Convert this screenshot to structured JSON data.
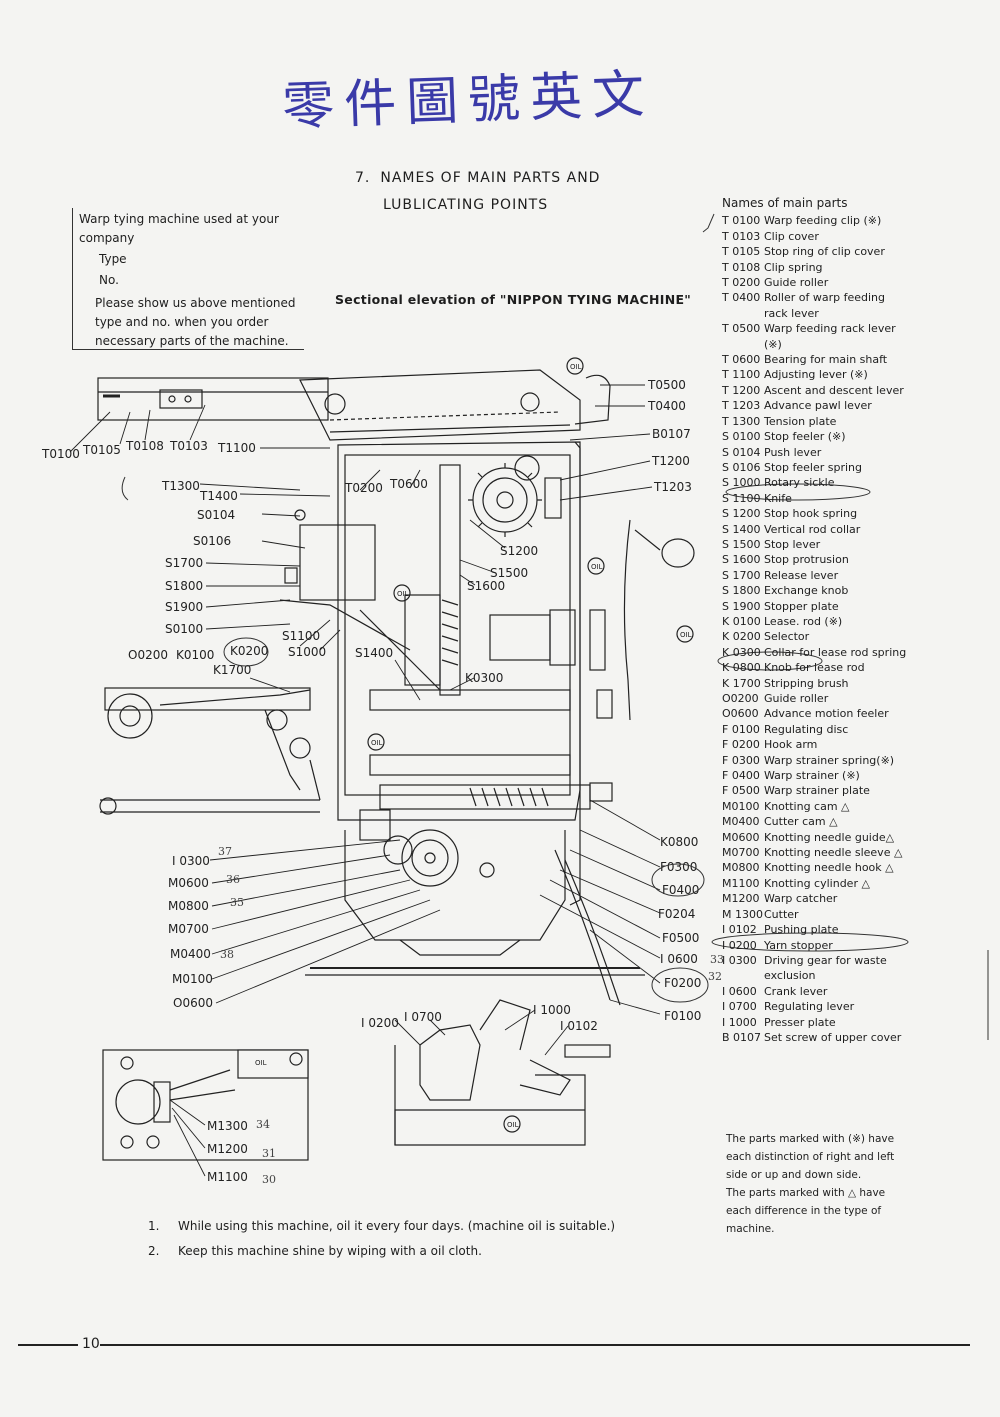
{
  "handwritten_note": "零件圖號英文",
  "section": {
    "number": "7.",
    "title_line1": "NAMES OF MAIN PARTS AND",
    "title_line2": "LUBLICATING POINTS"
  },
  "info_box": {
    "header": "Warp tying machine used at your company",
    "type_label": "Type",
    "no_label": "No.",
    "note": "Please show us above mentioned type and no. when you order necessary parts of the machine."
  },
  "diagram_title": "Sectional elevation of \"NIPPON TYING MACHINE\"",
  "oil_label": "OIL",
  "callouts": {
    "T0100": "T0100",
    "T0105": "T0105",
    "T0108": "T0108",
    "T0103": "T0103",
    "T1100": "T1100",
    "T1300": "T1300",
    "T1400": "T1400",
    "S0104": "S0104",
    "S0106": "S0106",
    "S1700": "S1700",
    "S1800": "S1800",
    "S1900": "S1900",
    "S0100": "S0100",
    "O0200": "O0200",
    "K0100": "K0100",
    "K0200": "K0200",
    "K1700": "K1700",
    "S1100": "S1100",
    "S1000": "S1000",
    "S1400": "S1400",
    "T0200": "T0200",
    "T0600": "T0600",
    "S1200": "S1200",
    "S1500": "S1500",
    "S1600": "S1600",
    "K0300": "K0300",
    "T0500": "T0500",
    "T0400": "T0400",
    "B0107": "B0107",
    "T1200": "T1200",
    "T1203": "T1203",
    "K0800": "K0800",
    "F0300": "F0300",
    "F0400": "F0400",
    "F0204": "F0204",
    "F0500": "F0500",
    "I0600": "I 0600",
    "F0200": "F0200",
    "F0100": "F0100",
    "I0300": "I 0300",
    "M0600": "M0600",
    "M0800": "M0800",
    "M0700": "M0700",
    "M0400": "M0400",
    "M0100": "M0100",
    "O0600": "O0600",
    "I0200": "I 0200",
    "I0700": "I 0700",
    "I1000": "I 1000",
    "I0102": "I 0102",
    "M1300": "M1300",
    "M1200": "M1200",
    "M1100": "M1100"
  },
  "handwritten_numbers": {
    "n37": "37",
    "n36": "36",
    "n35": "35",
    "n38": "38",
    "n34": "34",
    "n31": "31",
    "n30": "30",
    "n33": "33",
    "n32": "32"
  },
  "parts_list": {
    "header": "Names of main parts",
    "items": [
      {
        "code": "T 0100",
        "name": "Warp feeding clip (※)"
      },
      {
        "code": "T 0103",
        "name": "Clip cover"
      },
      {
        "code": "T 0105",
        "name": "Stop ring of clip cover"
      },
      {
        "code": "T 0108",
        "name": "Clip spring"
      },
      {
        "code": "T 0200",
        "name": "Guide roller"
      },
      {
        "code": "T 0400",
        "name": "Roller of warp feeding rack lever"
      },
      {
        "code": "T 0500",
        "name": "Warp feeding rack lever (※)"
      },
      {
        "code": "T 0600",
        "name": "Bearing for main shaft"
      },
      {
        "code": "T 1100",
        "name": "Adjusting lever (※)"
      },
      {
        "code": "T 1200",
        "name": "Ascent and descent lever"
      },
      {
        "code": "T 1203",
        "name": "Advance pawl lever"
      },
      {
        "code": "T 1300",
        "name": "Tension plate"
      },
      {
        "code": "S 0100",
        "name": "Stop feeler (※)"
      },
      {
        "code": "S 0104",
        "name": "Push lever"
      },
      {
        "code": "S 0106",
        "name": "Stop feeler spring"
      },
      {
        "code": "S 1000",
        "name": "Rotary sickle"
      },
      {
        "code": "S 1100",
        "name": "Knife"
      },
      {
        "code": "S 1200",
        "name": "Stop hook spring"
      },
      {
        "code": "S 1400",
        "name": "Vertical rod collar"
      },
      {
        "code": "S 1500",
        "name": "Stop lever"
      },
      {
        "code": "S 1600",
        "name": "Stop protrusion"
      },
      {
        "code": "S 1700",
        "name": "Release lever"
      },
      {
        "code": "S 1800",
        "name": "Exchange knob"
      },
      {
        "code": "S 1900",
        "name": "Stopper plate"
      },
      {
        "code": "K 0100",
        "name": "Lease. rod (※)"
      },
      {
        "code": "K 0200",
        "name": "Selector"
      },
      {
        "code": "K 0300",
        "name": "Collar for lease rod spring"
      },
      {
        "code": "K 0800",
        "name": "Knob for lease rod"
      },
      {
        "code": "K 1700",
        "name": "Stripping brush"
      },
      {
        "code": "O0200",
        "name": "Guide roller"
      },
      {
        "code": "O0600",
        "name": "Advance motion feeler"
      },
      {
        "code": "F 0100",
        "name": "Regulating disc"
      },
      {
        "code": "F 0200",
        "name": "Hook arm"
      },
      {
        "code": "F 0300",
        "name": "Warp strainer spring(※)"
      },
      {
        "code": "F 0400",
        "name": "Warp strainer (※)"
      },
      {
        "code": "F 0500",
        "name": "Warp strainer plate"
      },
      {
        "code": "M0100",
        "name": "Knotting cam △"
      },
      {
        "code": "M0400",
        "name": "Cutter cam △"
      },
      {
        "code": "M0600",
        "name": "Knotting needle guide△"
      },
      {
        "code": "M0700",
        "name": "Knotting needle sleeve △"
      },
      {
        "code": "M0800",
        "name": "Knotting needle hook △"
      },
      {
        "code": "M1100",
        "name": "Knotting cylinder △"
      },
      {
        "code": "M1200",
        "name": "Warp catcher"
      },
      {
        "code": "M 1300",
        "name": "Cutter"
      },
      {
        "code": "I 0102",
        "name": "Pushing plate"
      },
      {
        "code": "I 0200",
        "name": "Yarn stopper"
      },
      {
        "code": "I 0300",
        "name": "Driving gear for waste exclusion"
      },
      {
        "code": "I 0600",
        "name": "Crank lever"
      },
      {
        "code": "I 0700",
        "name": "Regulating lever"
      },
      {
        "code": "I 1000",
        "name": "Presser plate"
      },
      {
        "code": "B 0107",
        "name": "Set screw of upper cover"
      }
    ]
  },
  "footnote_1": "The parts marked with (※) have each distinction of right and left side or up and down side.",
  "footnote_2": "The parts marked with △ have each difference in the type of machine.",
  "instructions": [
    {
      "num": "1.",
      "text": "While using this machine, oil it every four days. (machine oil is suitable.)"
    },
    {
      "num": "2.",
      "text": "Keep this machine shine by wiping with a oil cloth."
    }
  ],
  "page_number": "10",
  "colors": {
    "ink": "#1e1e1e",
    "paper": "#f4f4f2",
    "handwriting": "#3a3aa8"
  }
}
